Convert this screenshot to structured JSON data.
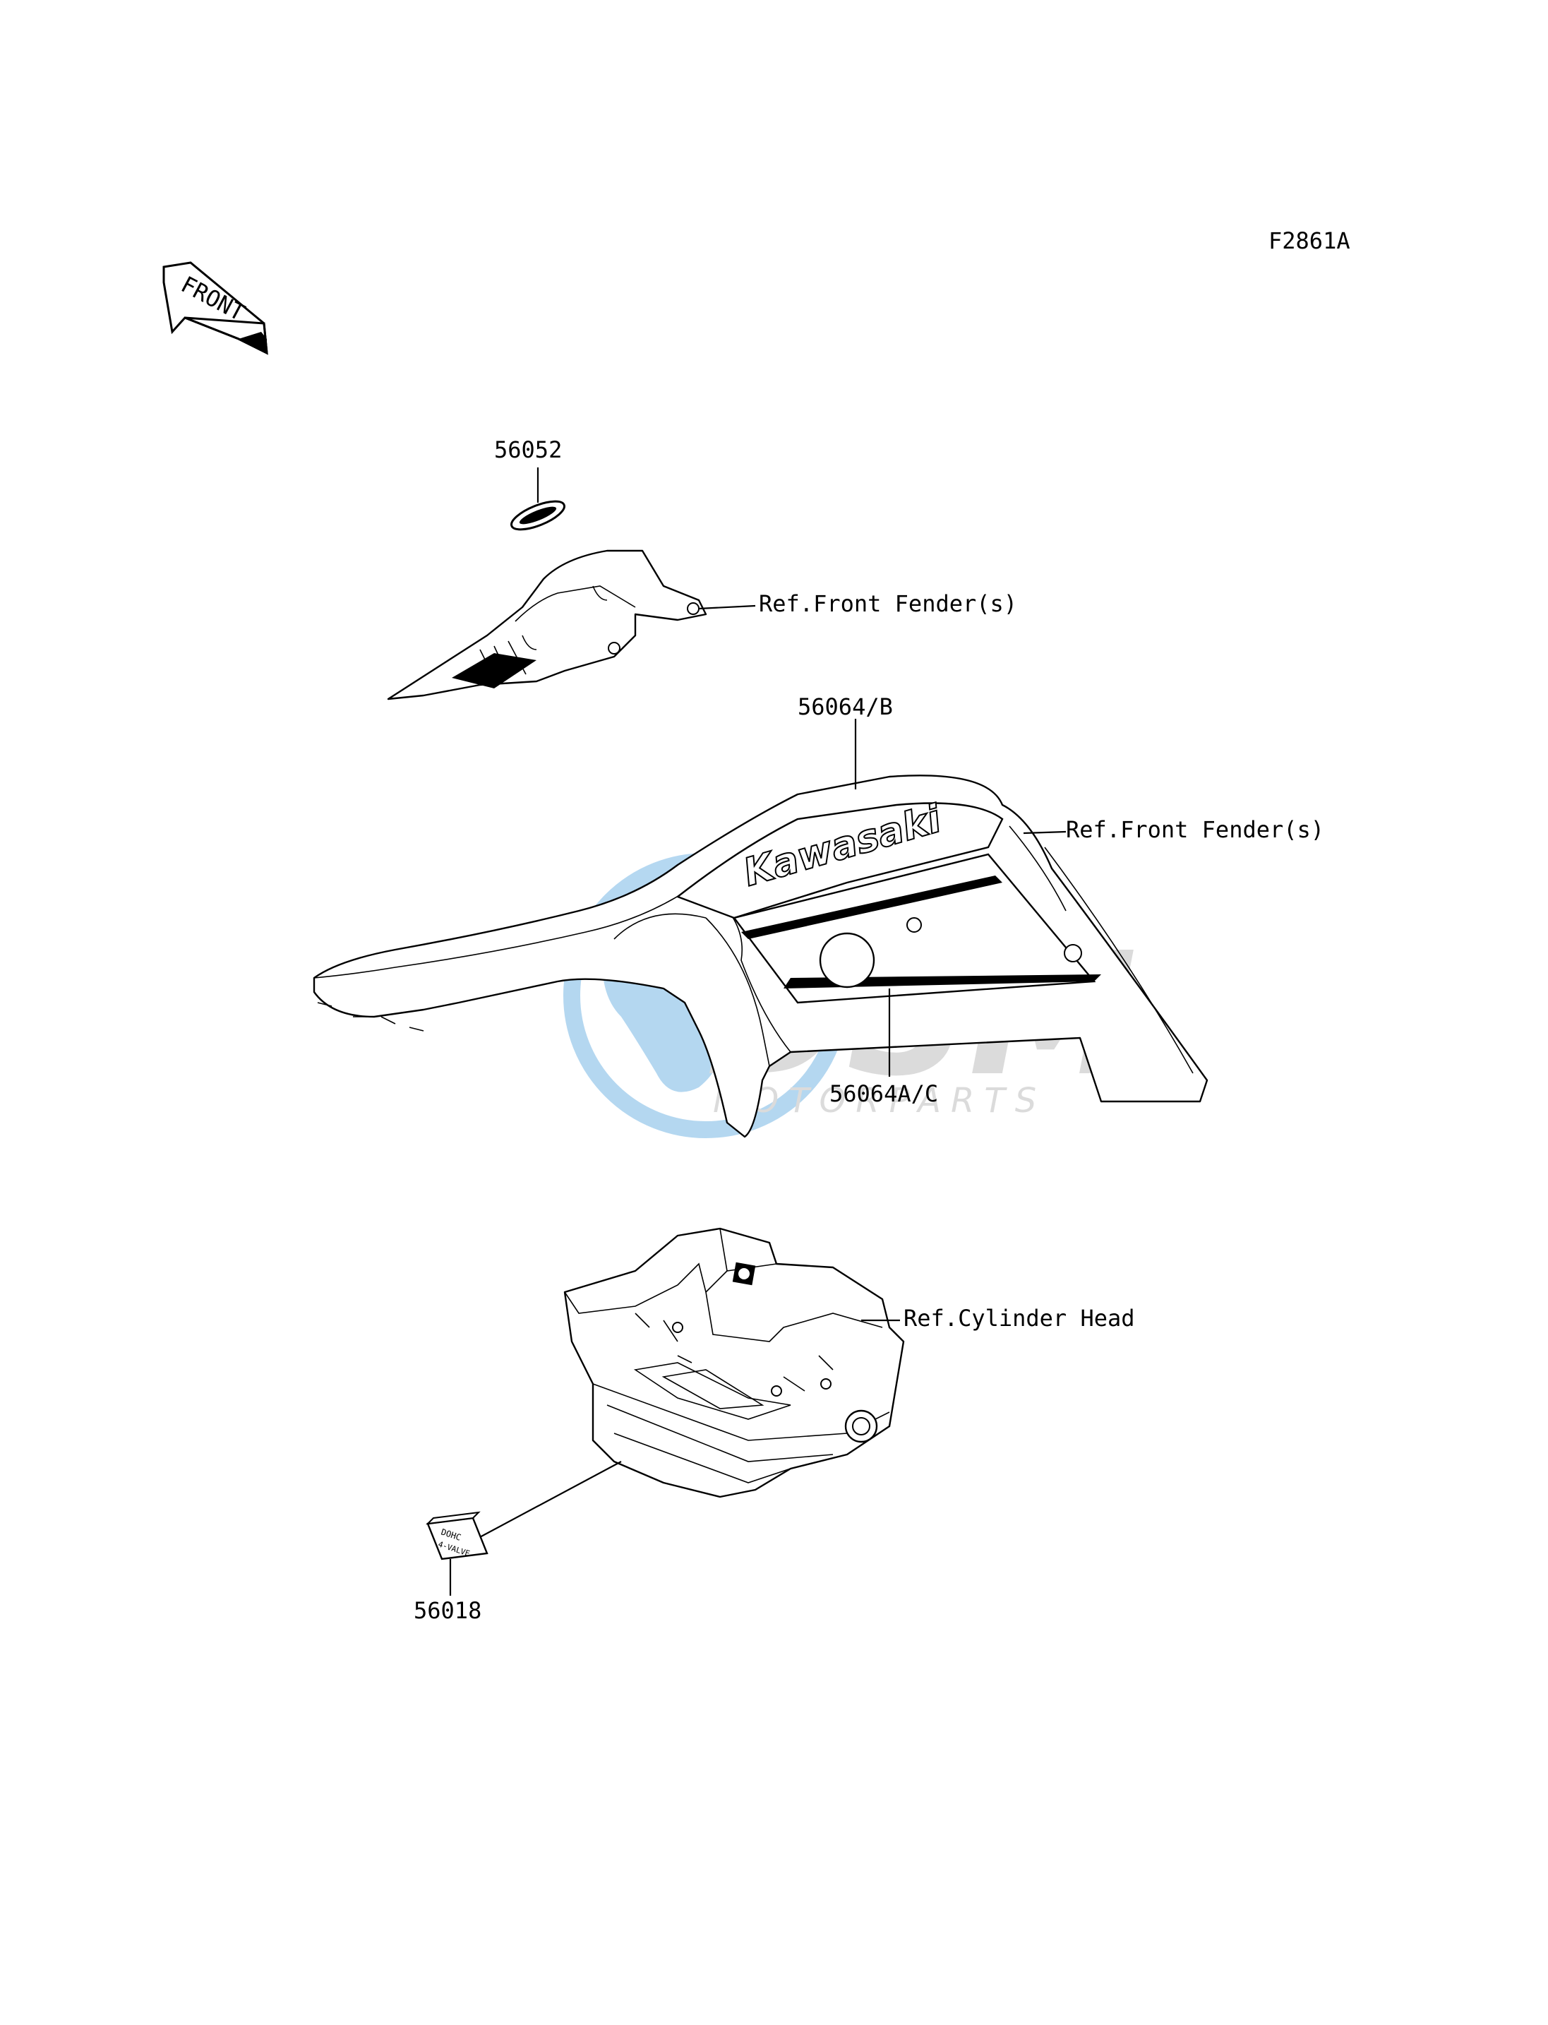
{
  "figure_code": "F2861A",
  "front_arrow_label": "FRONT",
  "callouts": {
    "part_56052": "56052",
    "ref_front_fender_1": "Ref.Front Fender(s)",
    "part_56064_b": "56064/B",
    "ref_front_fender_2": "Ref.Front Fender(s)",
    "part_56064_ac": "56064A/C",
    "ref_cylinder_head": "Ref.Cylinder Head",
    "part_56018": "56018"
  },
  "decal_text": {
    "brand": "Kawasaki",
    "dohc": "DOHC",
    "valve": "4-VALVE"
  },
  "watermark": {
    "brand": "DSM",
    "subtitle": "MOTORPARTS",
    "color": "#2a8fd6"
  }
}
